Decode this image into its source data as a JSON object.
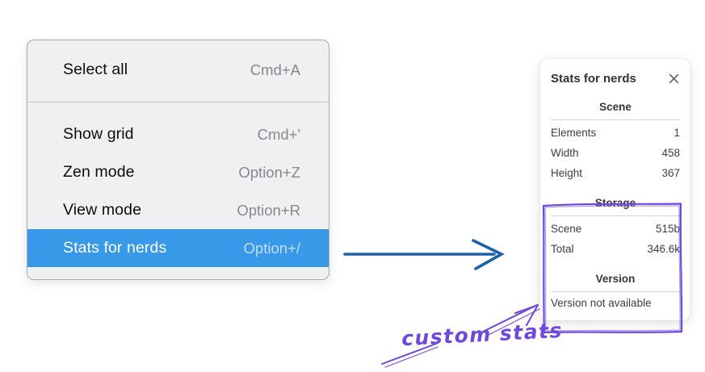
{
  "colors": {
    "menu_highlight": "#3899e8",
    "menu_bg": "#eff0f2",
    "panel_bg": "#ffffff",
    "arrow_blue": "#1b63ae",
    "annotation_purple": "#6f48dd"
  },
  "context_menu": {
    "groups": [
      {
        "items": [
          {
            "label": "Select all",
            "shortcut": "Cmd+A",
            "selected": false
          }
        ]
      },
      {
        "items": [
          {
            "label": "Show grid",
            "shortcut": "Cmd+'",
            "selected": false
          },
          {
            "label": "Zen mode",
            "shortcut": "Option+Z",
            "selected": false
          },
          {
            "label": "View mode",
            "shortcut": "Option+R",
            "selected": false
          },
          {
            "label": "Stats for nerds",
            "shortcut": "Option+/",
            "selected": true
          }
        ]
      }
    ]
  },
  "stats_panel": {
    "title": "Stats for nerds",
    "close_icon": "x-icon",
    "sections": [
      {
        "title": "Scene",
        "rows": [
          {
            "label": "Elements",
            "value": "1"
          },
          {
            "label": "Width",
            "value": "458"
          },
          {
            "label": "Height",
            "value": "367"
          }
        ]
      },
      {
        "title": "Storage",
        "rows": [
          {
            "label": "Scene",
            "value": "515b"
          },
          {
            "label": "Total",
            "value": "346.6k"
          }
        ]
      },
      {
        "title": "Version",
        "rows": [],
        "note": "Version not available"
      }
    ]
  },
  "annotation": {
    "label": "custom stats"
  }
}
